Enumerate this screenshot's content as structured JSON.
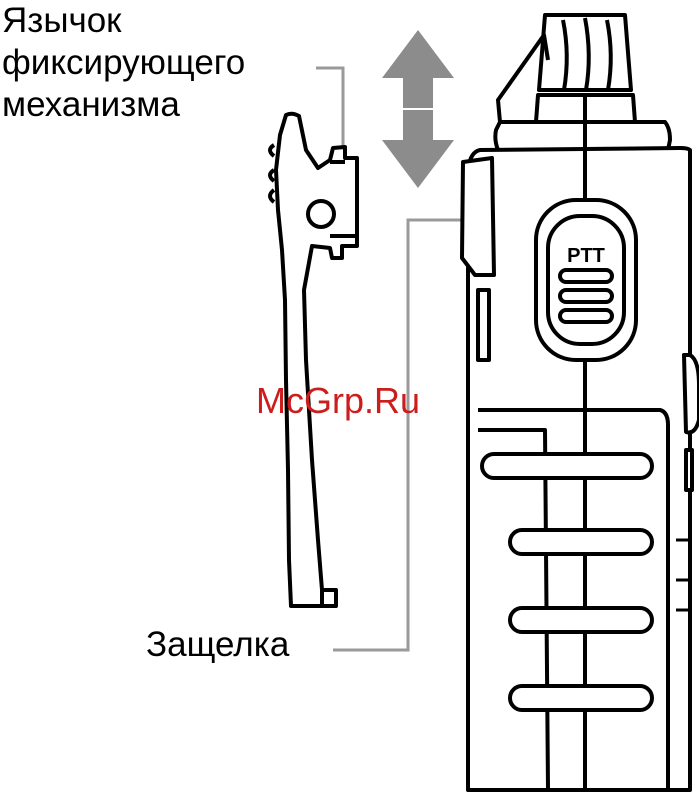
{
  "labels": {
    "tab_line1": "Язычок",
    "tab_line2": "фиксирующего",
    "tab_line3": "механизма",
    "latch": "Защелка"
  },
  "ptt_text": "PTT",
  "watermark": "McGrp.Ru",
  "colors": {
    "line": "#000000",
    "leader": "#9a9a9a",
    "arrow": "#8c8c8c",
    "watermark": "#cc1d1d"
  }
}
